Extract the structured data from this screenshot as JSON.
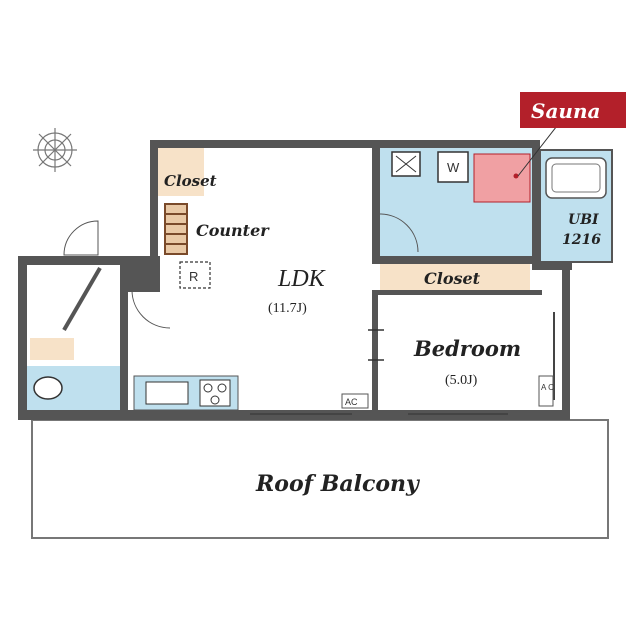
{
  "floorplan": {
    "rooms": {
      "ldk": {
        "name": "LDK",
        "size": "(11.7J)"
      },
      "bedroom": {
        "name": "Bedroom",
        "size": "(5.0J)"
      },
      "roof_balcony": {
        "name": "Roof Balcony"
      },
      "closet_top": {
        "name": "Closet"
      },
      "closet_mid": {
        "name": "Closet"
      },
      "counter": {
        "name": "Counter"
      },
      "ubi": {
        "name": "UBI",
        "size": "1216"
      }
    },
    "callout": {
      "label": "Sauna",
      "color": "#b3202a"
    },
    "markers": {
      "refrigerator": "R",
      "washer": "W",
      "ac_ldk": "AC",
      "ac_bedroom": "A C"
    },
    "compass_icon": "compass-rose-icon",
    "colors": {
      "wall": "#555555",
      "wet_area": "#bfe0ee",
      "closet": "#f7e2c8",
      "sauna": "#f0a0a3",
      "floor": "#ffffff"
    }
  }
}
